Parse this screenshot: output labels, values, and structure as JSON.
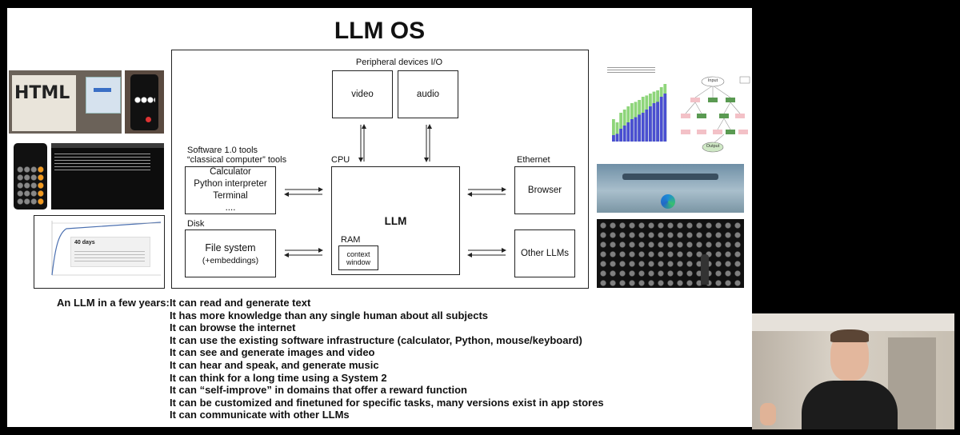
{
  "slide": {
    "title": "LLM OS",
    "peripheral_label": "Peripheral devices I/O",
    "video_label": "video",
    "audio_label": "audio",
    "software_tools_label_1": "Software 1.0 tools",
    "software_tools_label_2": "“classical computer” tools",
    "tools_box": [
      "Calculator",
      "Python interpreter",
      "Terminal",
      "...."
    ],
    "cpu_label": "CPU",
    "llm_label": "LLM",
    "ram_label": "RAM",
    "context_window": [
      "context",
      "window"
    ],
    "disk_label": "Disk",
    "file_system": [
      "File system",
      "(+embeddings)"
    ],
    "ethernet_label": "Ethernet",
    "browser_label": "Browser",
    "other_llms_label": "Other LLMs",
    "future_heading": "An LLM in a few years:",
    "bullets": [
      "It can read and generate text",
      "It has more knowledge than any single human about all subjects",
      "It can browse the internet",
      "It can use the existing software infrastructure (calculator, Python, mouse/keyboard)",
      "It can see and generate images and video",
      "It can hear and speak, and generate music",
      "It can think for a long time using a System 2",
      "It can “self-improve” in domains that offer a reward function",
      "It can be customized and finetuned for specific tasks, many versions exist in app stores",
      "It can communicate with other LLMs"
    ]
  },
  "thumbnails": {
    "html_sketch_text": "HTML",
    "alphazero_caption_title": "40 days",
    "diagram_input": "Input",
    "diagram_output": "Output"
  },
  "colors": {
    "background": "#000000",
    "slide": "#ffffff",
    "bar_green": "#8ed57a",
    "bar_blue": "#4a4fd1",
    "node_green": "#5a9a52",
    "node_pink": "#f3c1c7"
  }
}
